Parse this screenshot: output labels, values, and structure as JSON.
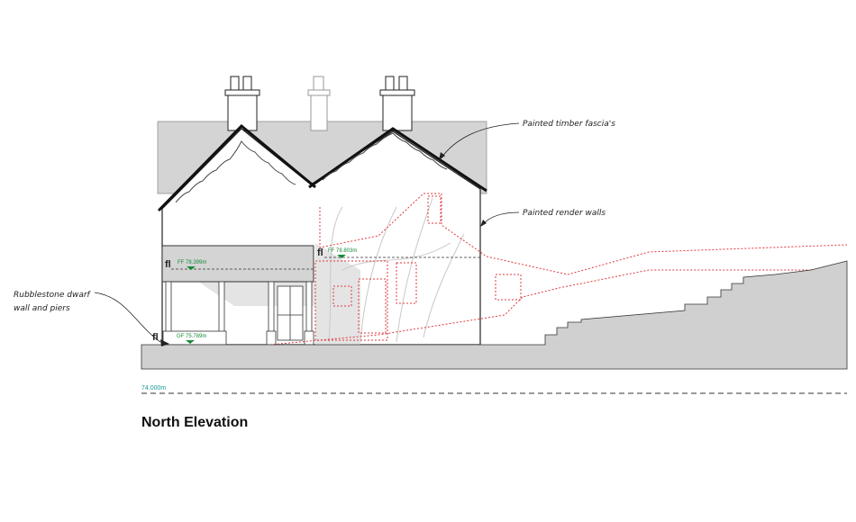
{
  "title": "North Elevation",
  "datum": "74.000m",
  "levels": {
    "ff_left": "FF 78.399m",
    "ff_right": "FF 78.803m",
    "gf": "GF 75.789m"
  },
  "annotations": {
    "fascia": "Painted timber fascia's",
    "render": "Painted render walls",
    "rubble_line1": "Rubblestone dwarf",
    "rubble_line2": "wall and piers"
  },
  "colors": {
    "ground": "#d0d0d0",
    "level_marker": "#1a8a3a",
    "proposal_outline": "#e0393e",
    "datum": "#1a9a9a"
  }
}
